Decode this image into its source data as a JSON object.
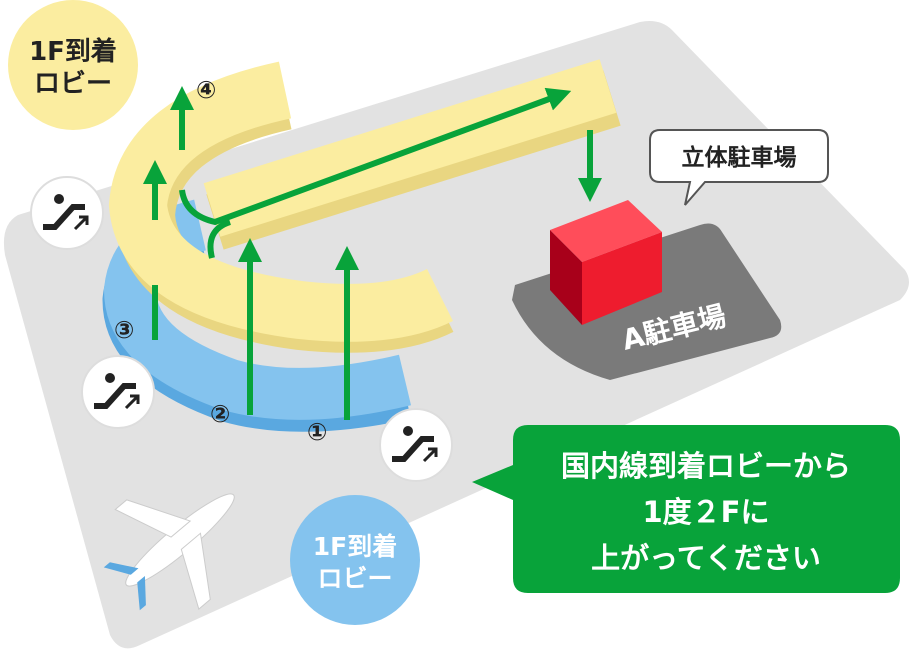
{
  "labels": {
    "lobby_2f_line1": "1F到着",
    "lobby_2f_line2": "ロビー",
    "lobby_1f_line1": "1F到着",
    "lobby_1f_line2": "ロビー",
    "parking_structure": "立体駐車場",
    "parking_a": "A駐車場"
  },
  "steps": [
    "①",
    "②",
    "③",
    "④"
  ],
  "instruction": {
    "line1": "国内線到着ロビーから",
    "line2": "1度２Fに",
    "line3": "上がってください"
  },
  "colors": {
    "floor": "#e2e2e2",
    "yellow": "#fbeda0",
    "blue": "#84c3ee",
    "green": "#08a33a",
    "red": "#ee1c2e",
    "parking": "#7a7a7a"
  },
  "icons": [
    "escalator-icon",
    "escalator-icon",
    "escalator-icon",
    "airplane-icon",
    "parking-building-icon"
  ]
}
